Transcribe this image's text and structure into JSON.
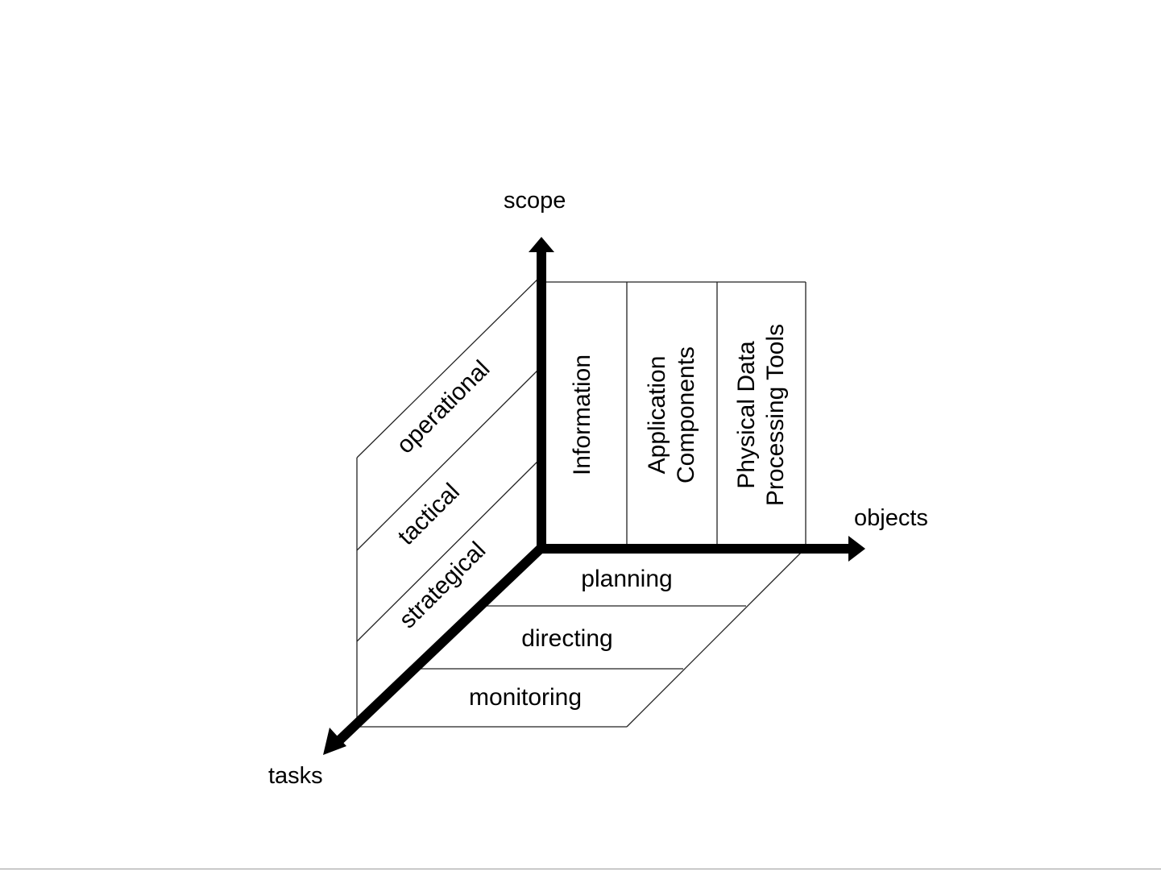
{
  "axes": {
    "scope": "scope",
    "objects": "objects",
    "tasks": "tasks"
  },
  "scope_levels": [
    "operational",
    "tactical",
    "strategical"
  ],
  "task_levels": [
    "planning",
    "directing",
    "monitoring"
  ],
  "objects": [
    {
      "lines": [
        "Information"
      ]
    },
    {
      "lines": [
        "Application",
        "Components"
      ]
    },
    {
      "lines": [
        "Physical Data",
        "Processing Tools"
      ]
    }
  ]
}
